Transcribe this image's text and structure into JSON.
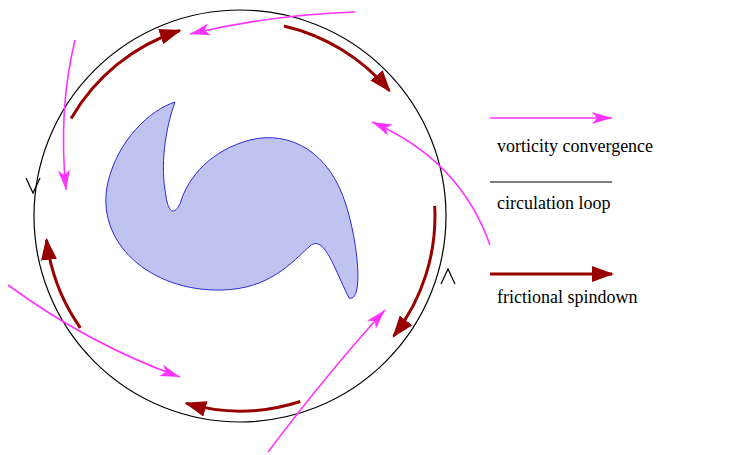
{
  "diagram": {
    "legend": [
      {
        "text": "vorticity convergence"
      },
      {
        "text": "circulation loop"
      },
      {
        "text": "frictional spindown"
      }
    ]
  }
}
